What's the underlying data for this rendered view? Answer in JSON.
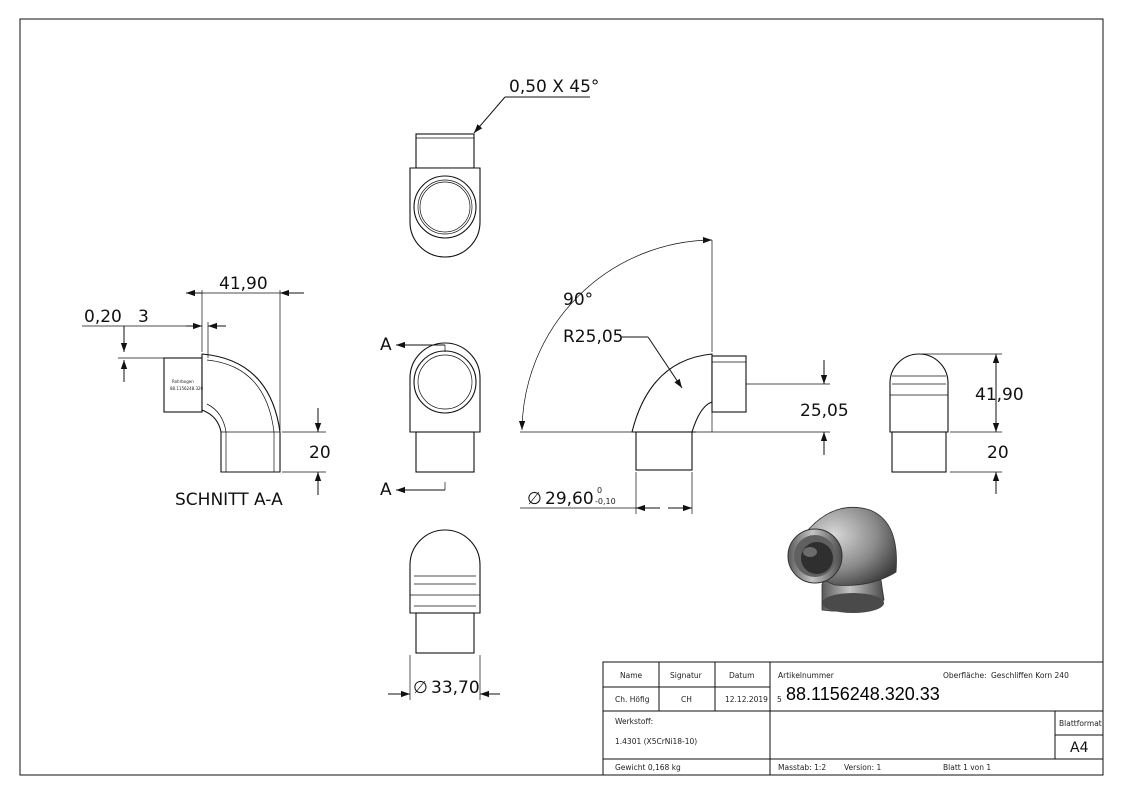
{
  "dimensions": {
    "chamfer": "0,50 X 45°",
    "length_41_90": "41,90",
    "wall_0_20": "0,20",
    "depth_3": "3",
    "height_20": "20",
    "angle_90": "90°",
    "radius": "R25,05",
    "offset_25_05": "25,05",
    "dia_29_60": "29,60",
    "tol_upper": "0",
    "tol_lower": "-0,10",
    "dia_33_70": "33,70",
    "right_41_90": "41,90",
    "right_20": "20",
    "dia_symbol": "∅"
  },
  "section": {
    "label": "SCHNITT A-A",
    "mark_top": "A",
    "mark_bottom": "A"
  },
  "title_block": {
    "col_name": "Name",
    "col_signatur": "Signatur",
    "col_datum": "Datum",
    "name": "Ch. Höfig",
    "signatur": "CH",
    "datum": "12.12.2019",
    "artikelnummer_label": "Artikelnummer",
    "artikelnummer_prefix": "5",
    "artikelnummer": "88.1156248.320.33",
    "oberflaeche_label": "Oberfläche:",
    "oberflaeche": "Geschliffen Korn 240",
    "werkstoff_label": "Werkstoff:",
    "werkstoff": "1.4301 (X5CrNi18-10)",
    "blattformat_label": "Blattformat",
    "blattformat": "A4",
    "gewicht": "Gewicht 0,168 kg",
    "massstab": "Masstab: 1:2",
    "version": "Version: 1",
    "blatt": "Blatt 1 von 1"
  }
}
